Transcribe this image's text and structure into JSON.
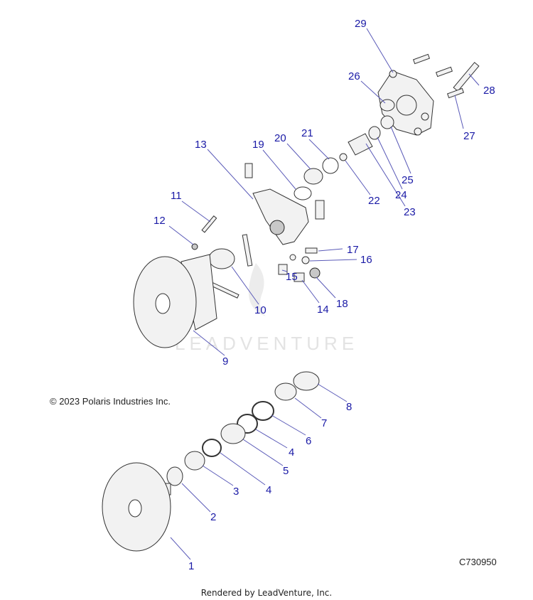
{
  "copyright": "© 2023 Polaris Industries Inc.",
  "diagram_id": "C730950",
  "footer": "Rendered by LeadVenture, Inc.",
  "watermark": "LEADVENTURE",
  "callouts": [
    "29",
    "26",
    "28",
    "27",
    "21",
    "20",
    "19",
    "13",
    "25",
    "22",
    "24",
    "23",
    "11",
    "12",
    "17",
    "16",
    "15",
    "10",
    "14",
    "18",
    "9",
    "8",
    "7",
    "6",
    "4",
    "5",
    "3",
    "4",
    "2",
    "1"
  ]
}
